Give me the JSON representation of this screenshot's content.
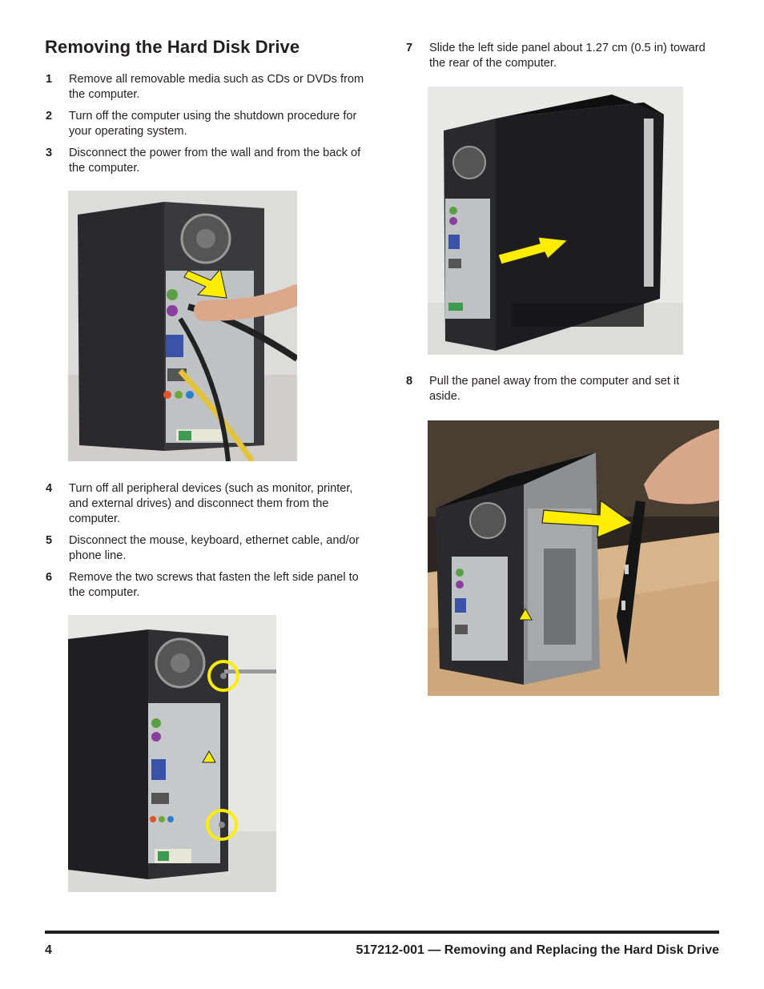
{
  "page_title": "Removing the Hard Disk Drive",
  "steps": [
    {
      "num": "1",
      "text": "Remove all removable media such as CDs or DVDs from the computer."
    },
    {
      "num": "2",
      "text": "Turn off the computer using the shutdown procedure for your operating system."
    },
    {
      "num": "3",
      "text": "Disconnect the power from the wall and from the back of the computer."
    },
    {
      "num": "4",
      "text": "Turn off all peripheral devices (such as monitor, printer, and external drives) and disconnect them from the computer."
    },
    {
      "num": "5",
      "text": "Disconnect the mouse, keyboard, ethernet cable, and/or phone line."
    },
    {
      "num": "6",
      "text": "Remove the two screws that fasten the left side panel to the computer."
    },
    {
      "num": "7",
      "text": "Slide the left side panel about 1.27 cm (0.5 in) toward the rear of the computer."
    },
    {
      "num": "8",
      "text": "Pull the panel away from the computer and set it aside."
    }
  ],
  "footer": {
    "page_number": "4",
    "doc_title": "517212-001 — Removing and Replacing the Hard Disk Drive"
  },
  "colors": {
    "text": "#231f20",
    "highlight": "#ffed00"
  }
}
